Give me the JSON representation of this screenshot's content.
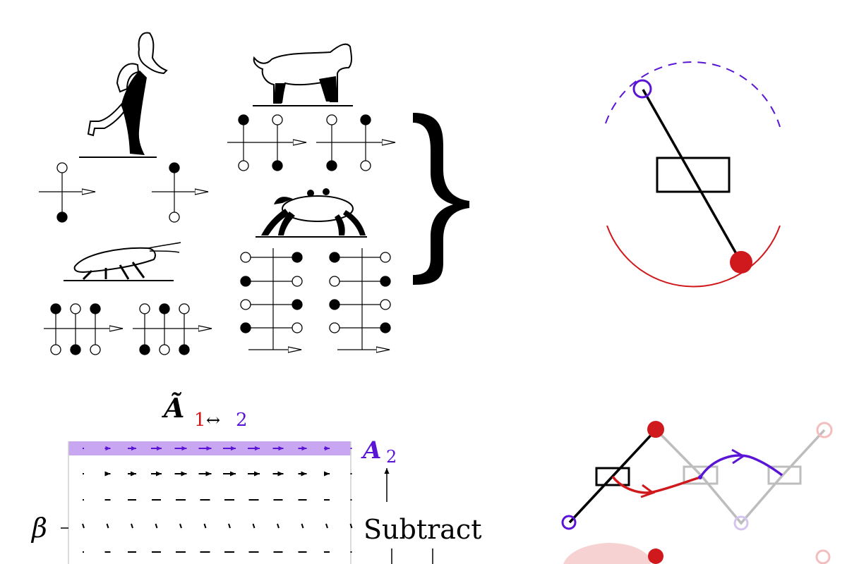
{
  "labels": {
    "matrix_title_main": "Ã",
    "matrix_title_sub1": "1",
    "matrix_title_arrow": "↔",
    "matrix_title_sub2": "2",
    "a2_main": "A",
    "a2_sub": "2",
    "beta": "β",
    "subtract": "Subtract"
  },
  "colors": {
    "black": "#000000",
    "red": "#d0191c",
    "purple": "#5a14d6",
    "purple_band": "#c8a6f2",
    "gray": "#bdbdbd",
    "light_purple": "#d4c4ef",
    "light_red": "#f3bdbd",
    "pink_fill": "#f7d2d2"
  },
  "icons": {
    "animals": [
      "runner-icon",
      "dog-icon",
      "crab-icon",
      "cockroach-icon"
    ],
    "brace": "right-curly-brace-icon"
  },
  "gait_diagrams": {
    "biped": [
      {
        "top": "open",
        "bottom": "filled"
      },
      {
        "top": "filled",
        "bottom": "open"
      }
    ],
    "quadruped": [
      [
        {
          "top": "filled",
          "bottom": "open"
        },
        {
          "top": "open",
          "bottom": "filled"
        }
      ],
      [
        {
          "top": "open",
          "bottom": "filled"
        },
        {
          "top": "filled",
          "bottom": "open"
        }
      ]
    ],
    "hexapod": [
      {
        "top": [
          "filled",
          "open",
          "filled"
        ],
        "bottom": [
          "open",
          "filled",
          "open"
        ]
      },
      {
        "top": [
          "open",
          "filled",
          "open"
        ],
        "bottom": [
          "filled",
          "open",
          "filled"
        ]
      }
    ],
    "octopod": [
      [
        [
          "open",
          "filled"
        ],
        [
          "filled",
          "open"
        ],
        [
          "open",
          "filled"
        ],
        [
          "filled",
          "open"
        ]
      ],
      [
        [
          "filled",
          "open"
        ],
        [
          "open",
          "filled"
        ],
        [
          "filled",
          "open"
        ],
        [
          "open",
          "filled"
        ]
      ]
    ]
  },
  "vector_field": {
    "columns": 12,
    "rows": [
      {
        "kind": "band-arrows",
        "highlighted": true
      },
      {
        "kind": "arrows",
        "highlighted": false
      },
      {
        "kind": "dashes",
        "highlighted": false
      },
      {
        "kind": "dots",
        "highlighted": false
      },
      {
        "kind": "dashes",
        "highlighted": false
      }
    ]
  }
}
